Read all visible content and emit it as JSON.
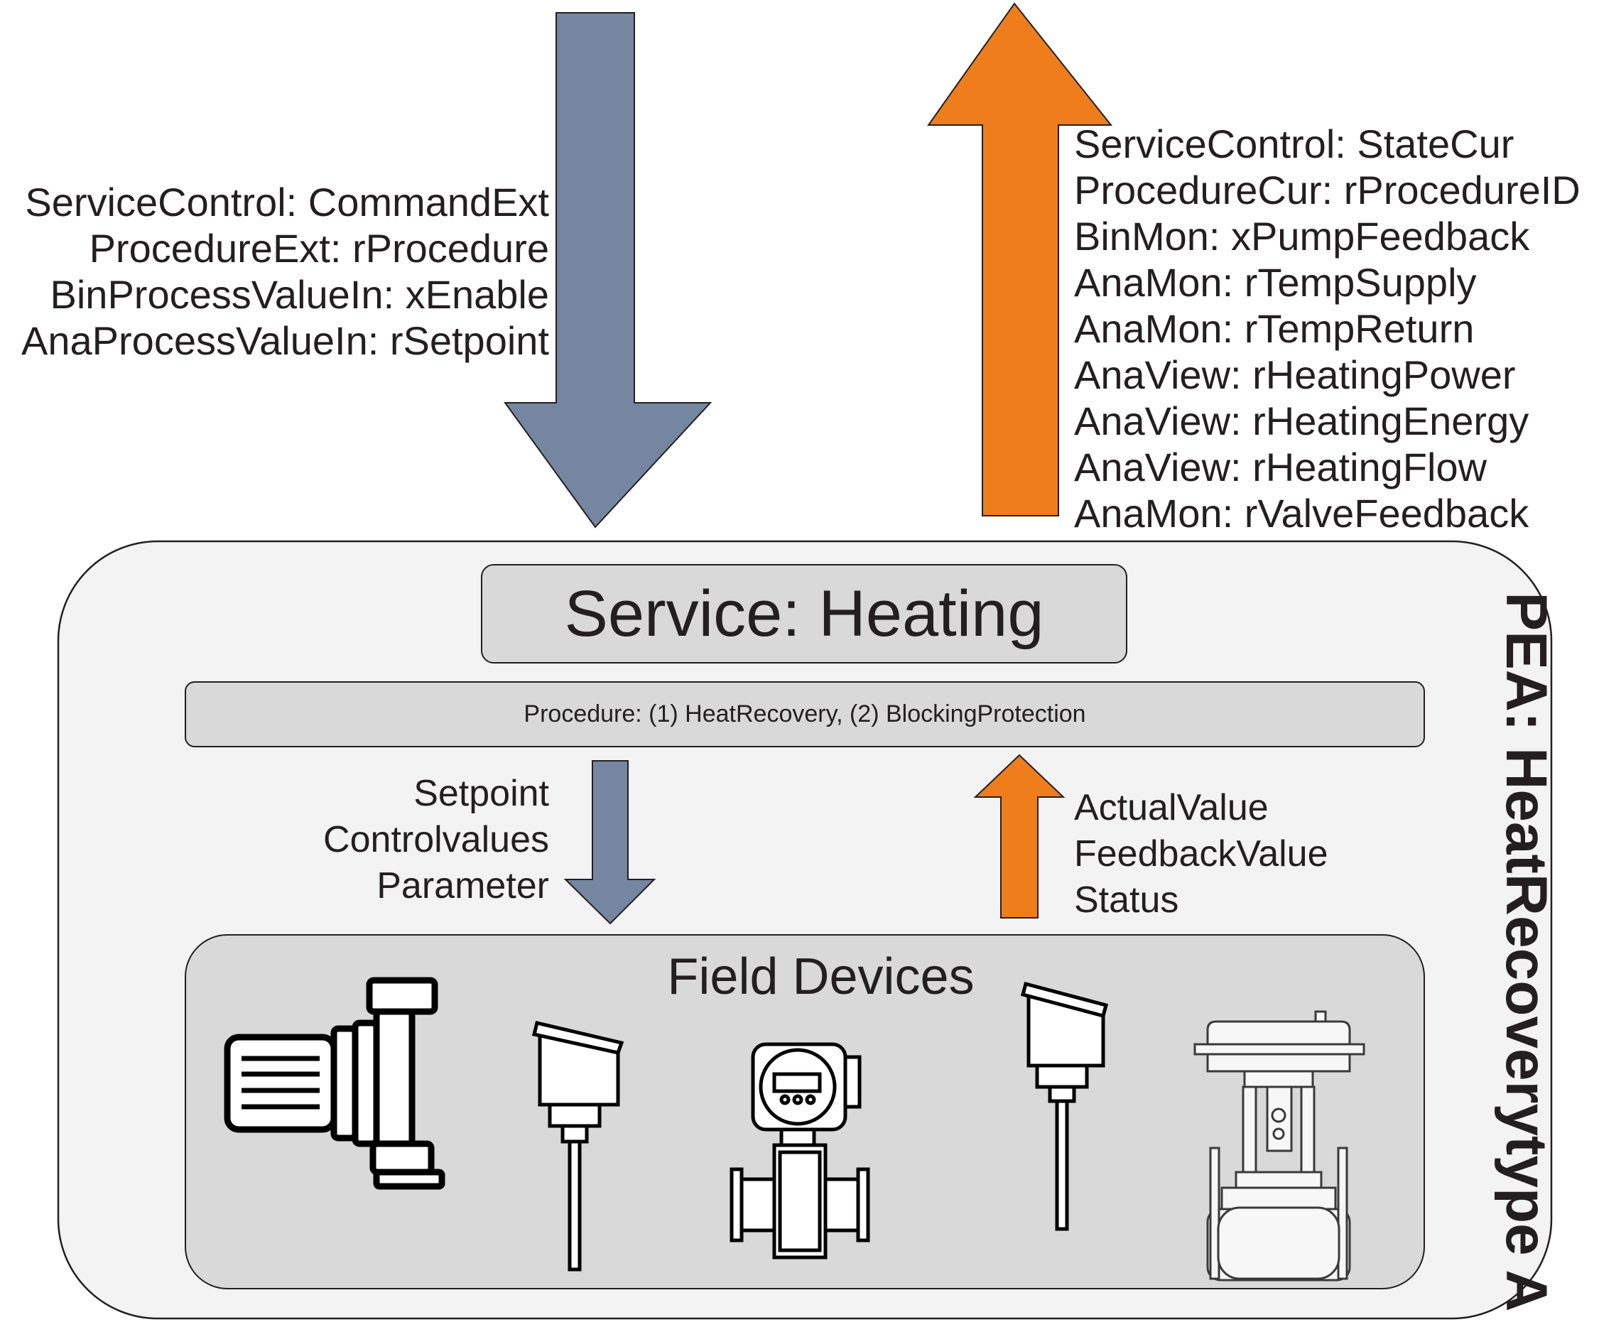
{
  "incoming_signals": [
    "ServiceControl: CommandExt",
    "ProcedureExt: rProcedure",
    "BinProcessValueIn: xEnable",
    "AnaProcessValueIn: rSetpoint"
  ],
  "outgoing_signals": [
    "ServiceControl: StateCur",
    "ProcedureCur: rProcedureID",
    "BinMon: xPumpFeedback",
    "AnaMon: rTempSupply",
    "AnaMon: rTempReturn",
    "AnaView: rHeatingPower",
    "AnaView: rHeatingEnergy",
    "AnaView: rHeatingFlow",
    "AnaMon: rValveFeedback"
  ],
  "pea": {
    "label": "PEA: HeatRecoverytype A",
    "service_label": "Service: Heating",
    "procedure_label": "Procedure: (1) HeatRecovery, (2) BlockingProtection",
    "down_labels": [
      "Setpoint",
      "Controlvalues",
      "Parameter"
    ],
    "up_labels": [
      "ActualValue",
      "FeedbackValue",
      "Status"
    ],
    "field_devices": {
      "title": "Field Devices",
      "devices": [
        "pump-icon",
        "temperature-sensor-icon",
        "flow-meter-icon",
        "temperature-sensor-icon",
        "control-valve-icon"
      ]
    }
  },
  "colors": {
    "command_arrow": "#7587a0",
    "feedback_arrow": "#ef7d1c",
    "box_fill": "#d9d9d9",
    "pea_fill": "#f3f3f3",
    "outline": "#231f20"
  }
}
